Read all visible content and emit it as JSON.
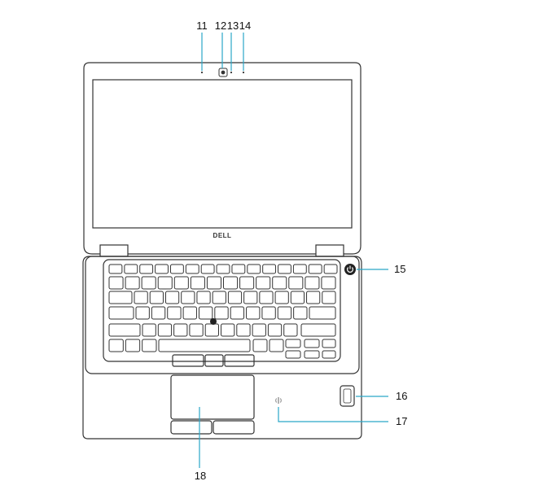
{
  "colors": {
    "outline": "#333333",
    "leader_line": "#2aa6c8",
    "background": "#ffffff"
  },
  "brand": {
    "logo_text": "DELL"
  },
  "callouts": [
    {
      "id": "microphone-left",
      "label": "11"
    },
    {
      "id": "camera",
      "label": "12"
    },
    {
      "id": "camera-status-light",
      "label": "13"
    },
    {
      "id": "microphone-right",
      "label": "14"
    },
    {
      "id": "power-button",
      "label": "15"
    },
    {
      "id": "fingerprint-reader",
      "label": "16"
    },
    {
      "id": "nfc-reader",
      "label": "17"
    },
    {
      "id": "touchpad",
      "label": "18"
    }
  ]
}
